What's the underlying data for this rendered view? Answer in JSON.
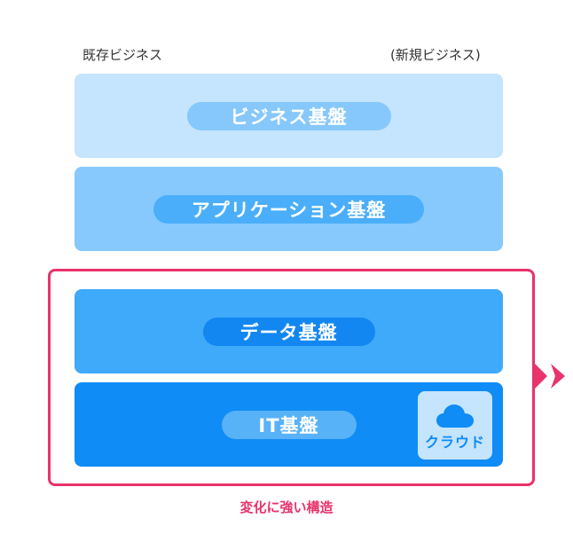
{
  "top_labels": {
    "left": "既存ビジネス",
    "right": "(新規ビジネス)"
  },
  "layers": [
    {
      "label": "ビジネス基盤",
      "bg": "#c5e4fd",
      "pill": "#86c8fb"
    },
    {
      "label": "アプリケーション基盤",
      "bg": "#87c9fc",
      "pill": "#4aaefa"
    },
    {
      "label": "データ基盤",
      "bg": "#3fa9fa",
      "pill": "#1287f2"
    },
    {
      "label": "IT基盤",
      "bg": "#0f8cf5",
      "pill": "#58b2f8"
    }
  ],
  "cloud": {
    "label": "クラウド",
    "icon": "cloud-icon",
    "bg": "#c5e4fd",
    "fg": "#0f8cf5"
  },
  "highlight": {
    "caption": "変化に強い構造",
    "color": "#e8336b",
    "icon": "double-chevron-right-icon"
  }
}
